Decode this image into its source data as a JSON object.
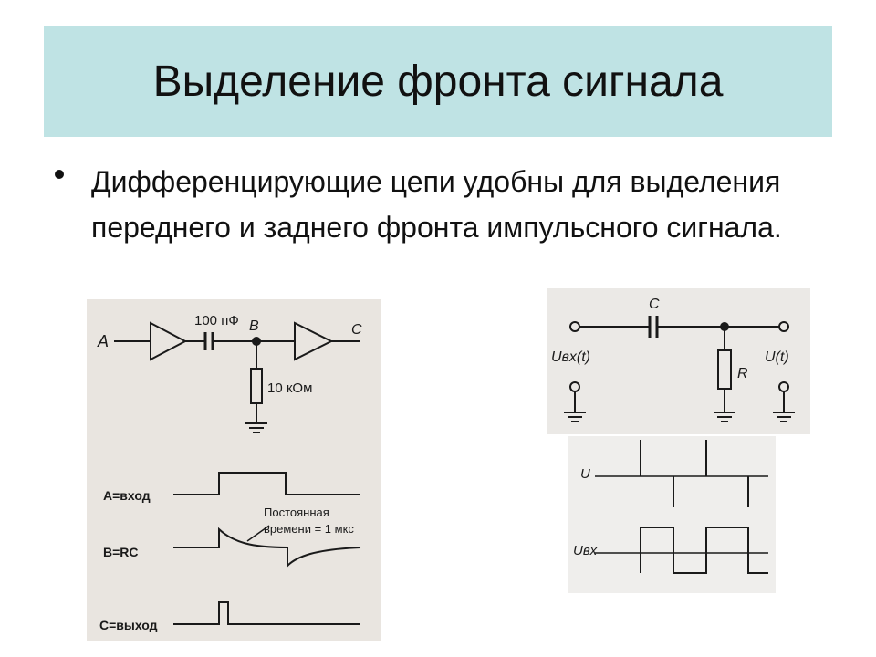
{
  "slide": {
    "title": "Выделение фронта сигнала",
    "bullet": "Дифференцирующие цепи удобны для выделения переднего и заднего фронта импульсного сигнала."
  },
  "left_figure": {
    "node_a": "A",
    "node_b": "B",
    "node_c": "C",
    "capacitor": "100 пФ",
    "resistor": "10 кОм",
    "wave_a_label": "A=вход",
    "wave_b_label": "B=RC",
    "wave_c_label": "C=выход",
    "annotation_line1": "Постоянная",
    "annotation_line2": "времени = 1 мкс"
  },
  "right_top_figure": {
    "capacitor": "C",
    "resistor": "R",
    "input_label": "Uвх(t)",
    "output_label": "U(t)"
  },
  "right_bottom_figure": {
    "top_axis_label": "U",
    "bottom_axis_label": "Uвх"
  }
}
